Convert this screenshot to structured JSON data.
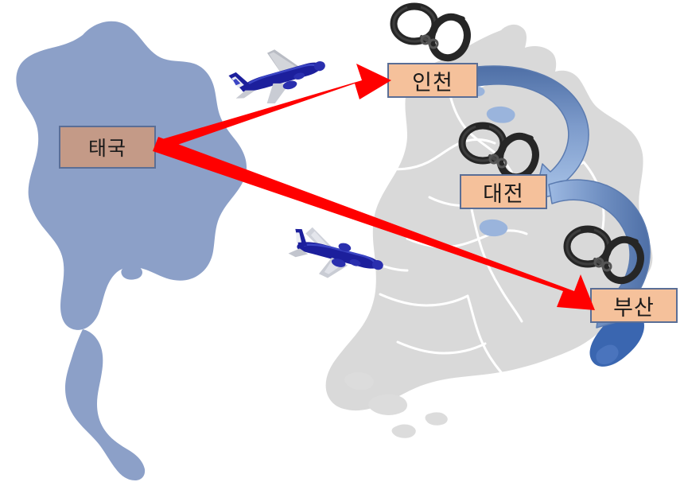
{
  "graphic": {
    "title": "Thailand to Korea drug trafficking route map",
    "background_color": "#ffffff"
  },
  "maps": {
    "thailand": {
      "name": "Thailand",
      "fill": "#8ca0c8",
      "highlight_fill": "#8ca0c8"
    },
    "korea": {
      "name": "South Korea",
      "fill": "#d9d9d9",
      "border": "#ffffff",
      "highlight_fill": "#3a66b0",
      "lake_fill": "#9ab4dc"
    }
  },
  "labels": {
    "thailand": "태국",
    "incheon": "인천",
    "daejeon": "대전",
    "busan": "부산"
  },
  "colors": {
    "label_origin_fill": "#c49a87",
    "label_destination_fill": "#f5c19b",
    "label_border": "#5a6e96",
    "red_arrow": "#ff0000",
    "blue_arrow_light": "#a8c3e6",
    "blue_arrow_dark": "#49699f",
    "handcuff": "#262626",
    "plane_body": "#1c1f9c"
  },
  "icons": {
    "handcuffs_incheon": "handcuffs-icon",
    "handcuffs_daejeon": "handcuffs-icon",
    "handcuffs_busan": "handcuffs-icon",
    "airplane_north": "airplane-icon",
    "airplane_south": "airplane-icon"
  },
  "arrows": {
    "red": [
      {
        "name": "thailand-to-incheon",
        "from": "태국",
        "to": "인천",
        "color": "#ff0000"
      },
      {
        "name": "thailand-to-busan",
        "from": "태국",
        "to": "부산",
        "color": "#ff0000"
      }
    ],
    "blue": [
      {
        "name": "incheon-to-daejeon",
        "from": "인천",
        "to": "대전",
        "color": "#6f8fc4"
      },
      {
        "name": "daejeon-to-busan",
        "from": "대전",
        "to": "부산",
        "color": "#6f8fc4"
      }
    ]
  }
}
